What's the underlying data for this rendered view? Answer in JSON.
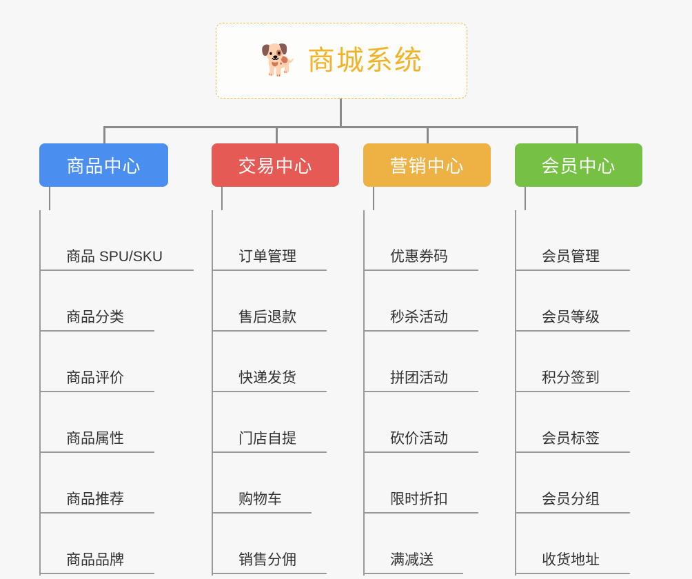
{
  "root": {
    "icon": "shiba-dog-emoji",
    "emoji": "🐕",
    "title": "商城系统",
    "accent_color": "#f0b429",
    "border_color": "#e8b94f"
  },
  "line_color": "#8a8a8a",
  "background_color": "#f7f7f7",
  "branches": [
    {
      "label": "商品中心",
      "color": "#4a8ef0",
      "items": [
        "商品 SPU/SKU",
        "商品分类",
        "商品评价",
        "商品属性",
        "商品推荐",
        "商品品牌"
      ]
    },
    {
      "label": "交易中心",
      "color": "#e55a55",
      "items": [
        "订单管理",
        "售后退款",
        "快递发货",
        "门店自提",
        "购物车",
        "销售分佣"
      ]
    },
    {
      "label": "营销中心",
      "color": "#edb144",
      "items": [
        "优惠券码",
        "秒杀活动",
        "拼团活动",
        "砍价活动",
        "限时折扣",
        "满减送"
      ]
    },
    {
      "label": "会员中心",
      "color": "#76c043",
      "items": [
        "会员管理",
        "会员等级",
        "积分签到",
        "会员标签",
        "会员分组",
        "收货地址"
      ]
    }
  ]
}
